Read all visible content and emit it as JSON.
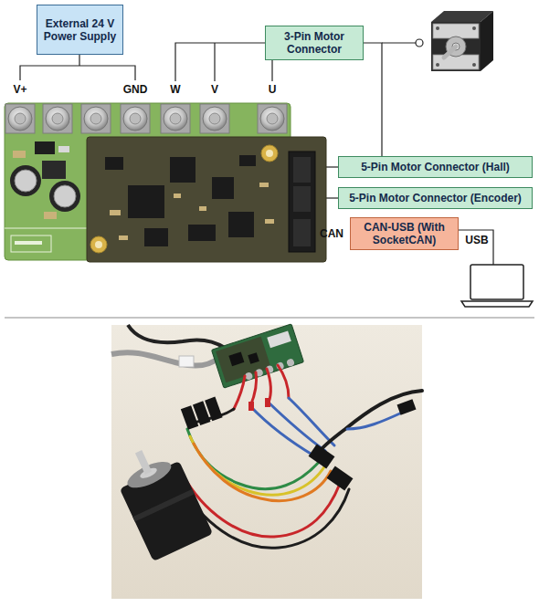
{
  "diagram": {
    "nodes": [
      {
        "text": [
          "External 24 V Power Supply"
        ]
      },
      {
        "text": [
          "3-Pin Motor Connector"
        ]
      },
      {
        "text": [
          "5-Pin Motor Connector (Hall)"
        ]
      },
      {
        "text": [
          "5-Pin Motor Connector (Encoder)"
        ]
      },
      {
        "text": [
          "CAN-USB (With SocketCAN)"
        ]
      }
    ],
    "edges": [
      {
        "from": 1,
        "to": 2,
        "arrow": "none"
      }
    ],
    "labels": [
      "V+",
      "GND",
      "W",
      "V",
      "U",
      "CAN",
      "USB"
    ]
  }
}
